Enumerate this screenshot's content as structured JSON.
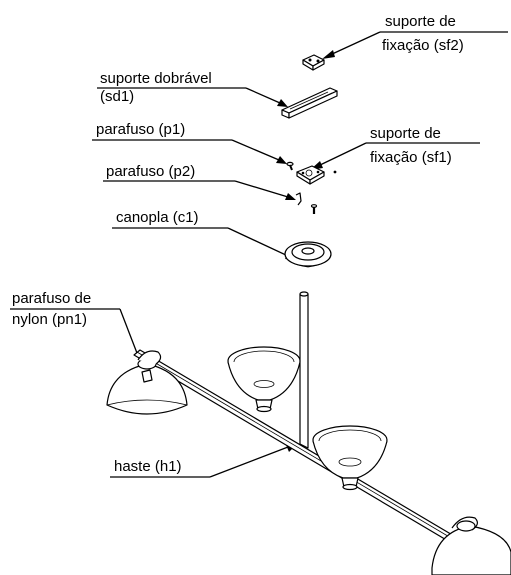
{
  "labels": {
    "sf2_line1": "suporte de",
    "sf2_line2": "fixação (sf2)",
    "sd1_line1": "suporte dobrável",
    "sd1_line2": "(sd1)",
    "p1": "parafuso  (p1)",
    "sf1_line1": "suporte de",
    "sf1_line2": "fixação (sf1)",
    "p2": "parafuso (p2)",
    "c1": "canopla (c1)",
    "pn1_line1": "parafuso de",
    "pn1_line2": "nylon (pn1)",
    "h1": "haste (h1)"
  }
}
